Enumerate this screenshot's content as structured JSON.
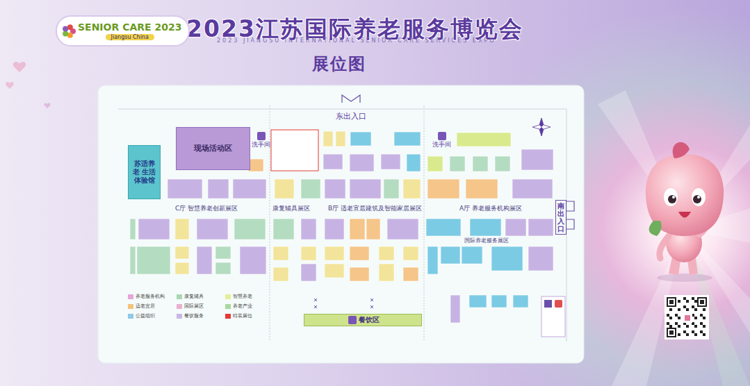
{
  "diagram": {
    "title": "2023江苏国际养老服务博览会",
    "nodes": [
      {
        "text": [
          "SENIOR CARE 2023",
          "Jiangsu China"
        ]
      },
      {
        "text": [
          "现场活动区"
        ]
      },
      {
        "text": [
          "苏适养老 生活体验馆"
        ]
      },
      {
        "text": [
          "洗手间"
        ]
      },
      {
        "text": [
          "洗手间"
        ]
      },
      {
        "text": [
          "餐饮区"
        ]
      },
      {
        "text": [
          "南出入口"
        ]
      }
    ],
    "labels": [
      "2023 JIANGSU INTERNATIONAL SENIOR CARE SERVICES EXPO",
      "展位图",
      "东出入口",
      "C厅 智慧养老创新展区",
      "康复辅具展区",
      "B厅 适老宜居建筑及智能家居展区",
      "A厅 养老服务机构展区",
      "国际养老服务展区"
    ],
    "legend": [
      {
        "text": "养老服务机构",
        "color": "#e6a6d8"
      },
      {
        "text": "康复辅具",
        "color": "#a9d6b4"
      },
      {
        "text": "智慧养老",
        "color": "#e3ef9a"
      },
      {
        "text": "适老宜居",
        "color": "#f5c27c"
      },
      {
        "text": "国际展区",
        "color": "#e9b0cf"
      },
      {
        "text": "养老产业",
        "color": "#a8d8a0"
      },
      {
        "text": "公益组织",
        "color": "#8fc9e6"
      },
      {
        "text": "餐饮服务",
        "color": "#c8b8e6"
      },
      {
        "text": "特装展位",
        "color": "#e53935"
      }
    ]
  }
}
